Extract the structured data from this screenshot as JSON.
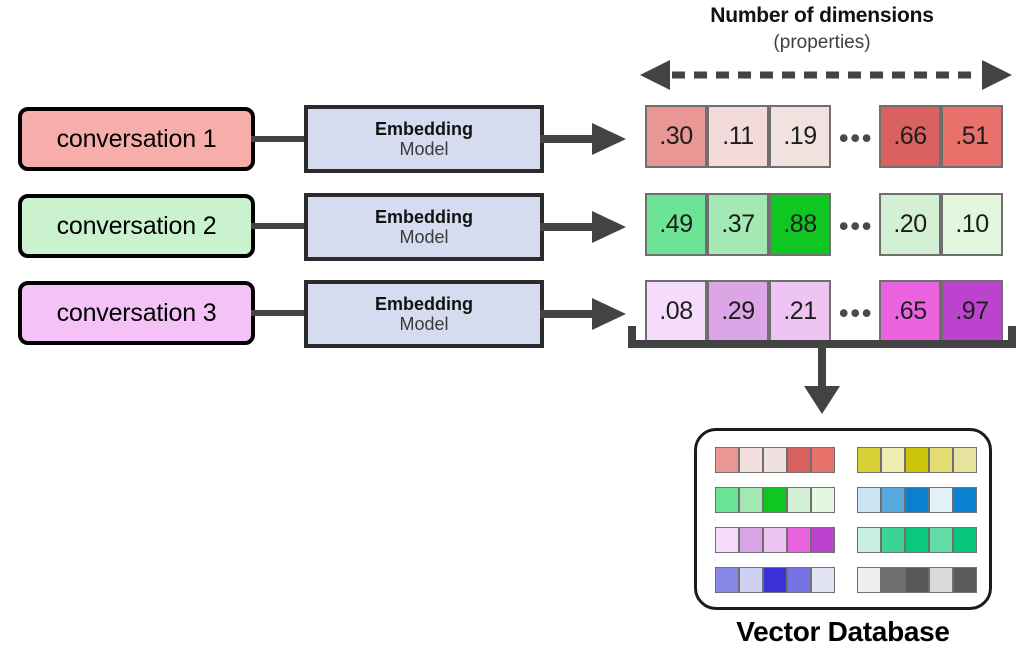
{
  "header": {
    "title": "Number of dimensions",
    "subtitle": "(properties)",
    "arrow_icon": "double-headed-dashed-arrow-icon"
  },
  "rows": [
    {
      "conversation_label": "conversation 1",
      "conversation_color": "#f7aeab",
      "model_title": "Embedding",
      "model_subtitle": "Model",
      "vector": {
        "left_values": [
          ".30",
          ".11",
          ".19"
        ],
        "left_colors": [
          "#e99795",
          "#f4dbdb",
          "#f2e2df"
        ],
        "ellipsis": "•••",
        "right_values": [
          ".66",
          ".51"
        ],
        "right_colors": [
          "#d9615f",
          "#e9716c"
        ]
      }
    },
    {
      "conversation_label": "conversation 2",
      "conversation_color": "#caf2ce",
      "model_title": "Embedding",
      "model_subtitle": "Model",
      "vector": {
        "left_values": [
          ".49",
          ".37",
          ".88"
        ],
        "left_colors": [
          "#6de495",
          "#a4e8b4",
          "#10c620"
        ],
        "ellipsis": "•••",
        "right_values": [
          ".20",
          ".10"
        ],
        "right_colors": [
          "#d3f0d4",
          "#e3f7df"
        ]
      }
    },
    {
      "conversation_label": "conversation 3",
      "conversation_color": "#f5c2f7",
      "model_title": "Embedding",
      "model_subtitle": "Model",
      "vector": {
        "left_values": [
          ".08",
          ".29",
          ".21"
        ],
        "left_colors": [
          "#f6dcfb",
          "#dba5e6",
          "#eec4f3"
        ],
        "ellipsis": "•••",
        "right_values": [
          ".65",
          ".97"
        ],
        "right_colors": [
          "#eb63e0",
          "#bc43cd"
        ]
      }
    }
  ],
  "collector": {
    "bracket_icon": "collecting-bracket-icon",
    "arrow_icon": "down-arrow-icon"
  },
  "vector_database": {
    "label": "Vector Database",
    "strips": [
      {
        "left": [
          "#e89795",
          "#f2dede",
          "#eee1df",
          "#d9615f",
          "#e9716c"
        ],
        "right": [
          "#d8d036",
          "#eeeeb0",
          "#ccc40a",
          "#e3dd72",
          "#e7e4a0"
        ]
      },
      {
        "left": [
          "#6ce496",
          "#a3e8b3",
          "#10c620",
          "#d3f0d4",
          "#e4f7e0"
        ],
        "right": [
          "#cbe4f2",
          "#57a8dd",
          "#0b7fd0",
          "#e2f1fa",
          "#0b82d1"
        ]
      },
      {
        "left": [
          "#f6dcfb",
          "#d9a4e5",
          "#edc4f2",
          "#ea63e0",
          "#bc43cd"
        ],
        "right": [
          "#c8eedf",
          "#3bd492",
          "#09c97d",
          "#63dda6",
          "#0ac67f"
        ]
      },
      {
        "left": [
          "#8787e8",
          "#cfcff3",
          "#3b31d8",
          "#7572e6",
          "#e3e3f6"
        ],
        "right": [
          "#eeeeee",
          "#6f6f6f",
          "#585858",
          "#dadada",
          "#5b5b5b"
        ]
      }
    ]
  },
  "colors": {
    "outline_dark": "#2b2b2b",
    "outline_black": "#000000",
    "model_fill": "#d6dcf0",
    "arrow_gray": "#434343",
    "cell_border": "#6f6f6f"
  }
}
